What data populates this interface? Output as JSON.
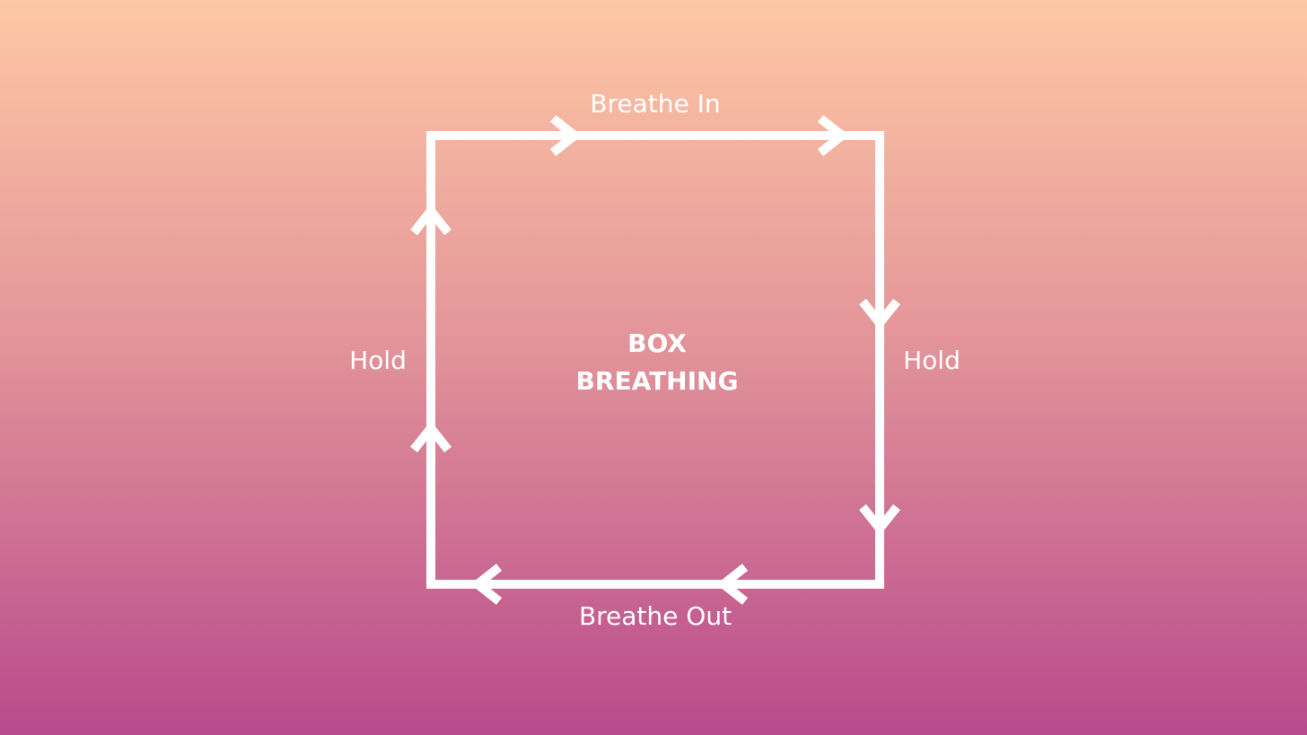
{
  "background": {
    "top_color": "#FEC8A4",
    "bottom_color": "#B84A8C"
  },
  "line_color": "#FFFFFF",
  "title": {
    "line1": "BOX",
    "line2": "BREATHING"
  },
  "steps": {
    "top": "Breathe In",
    "right": "Hold",
    "bottom": "Breathe Out",
    "left": "Hold"
  },
  "icons": {
    "arrow": "chevron-arrow-icon"
  }
}
